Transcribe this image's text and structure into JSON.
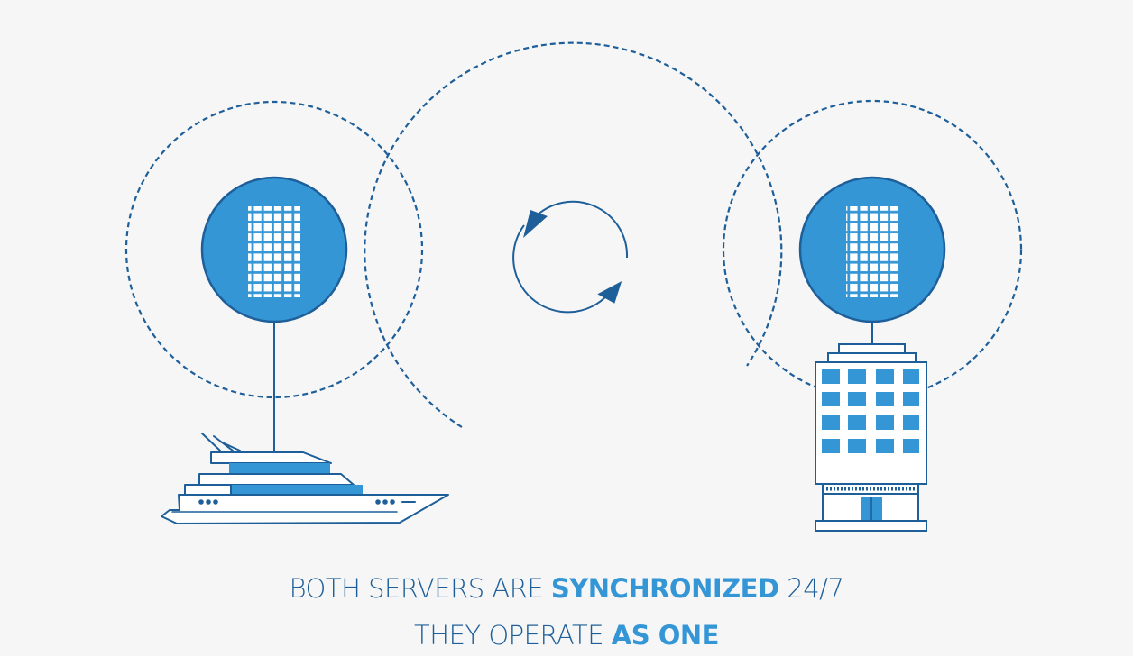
{
  "caption": {
    "line1": {
      "before": "BOTH SERVERS ARE ",
      "emphasis": "SYNCHRONIZED",
      "after": " 24/7"
    },
    "line2": {
      "before": "THEY OPERATE ",
      "emphasis": "AS ONE"
    }
  },
  "colors": {
    "background": "#f6f6f7",
    "stroke": "#1e5f99",
    "accent": "#3596d6",
    "icon_fill": "#ffffff"
  },
  "icons": {
    "left_server": "server-icon",
    "right_server": "server-icon",
    "sync": "sync-arrows-icon",
    "ship": "yacht-icon",
    "building": "office-building-icon"
  }
}
